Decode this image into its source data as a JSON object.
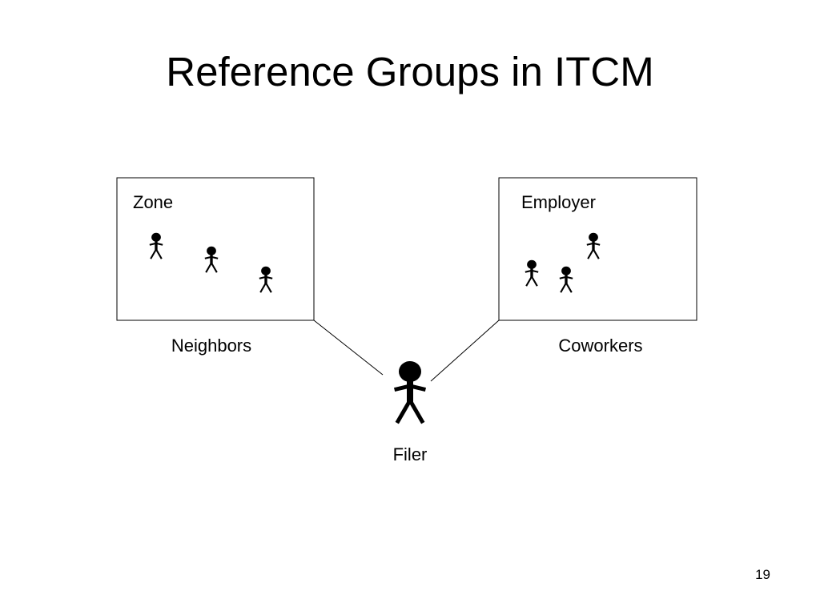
{
  "slide": {
    "title": "Reference Groups in ITCM",
    "page_number": "19"
  },
  "diagram": {
    "groups": [
      {
        "box_label": "Zone",
        "group_label": "Neighbors",
        "member_count": 3
      },
      {
        "box_label": "Employer",
        "group_label": "Coworkers",
        "member_count": 3
      }
    ],
    "center": {
      "label": "Filer"
    }
  },
  "icons": {
    "person": "stick-figure-icon"
  },
  "colors": {
    "background": "#ffffff",
    "foreground": "#000000"
  }
}
